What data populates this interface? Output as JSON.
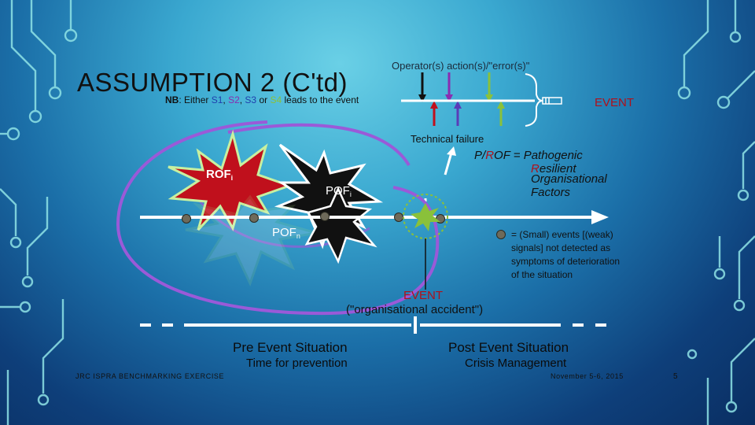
{
  "slide": {
    "title": "ASSUMPTION 2 (C'td)",
    "note_prefix": "NB",
    "note_mid1": ": Either ",
    "note_s1": "S1",
    "note_sep1": ", ",
    "note_s2": "S2",
    "note_sep2": ", ",
    "note_s3": "S3",
    "note_or": " or ",
    "note_s4": "S4",
    "note_suffix": " leads to the event",
    "operator_label": "Operator(s) action(s)/\"error(s)\"",
    "event_top": "EVENT",
    "technical_failure": "Technical failure",
    "prof_line1_a": "P/",
    "prof_line1_r": "R",
    "prof_line1_b": "OF = ",
    "prof_line1_c": "Pathogenic",
    "prof_line2_r": "R",
    "prof_line2_b": "esilient",
    "prof_line3": "Organisational",
    "prof_line4": "Factors",
    "rof_label": "ROF",
    "rof_sub": "i",
    "pof1_label": "POF",
    "pof1_sub": "i",
    "pofn_label": "POF",
    "pofn_sub": "n",
    "legend_line1": "= (Small) events [(weak)",
    "legend_line2": "signals] not detected as",
    "legend_line3": "symptoms of deterioration",
    "legend_line4": "of the situation",
    "event_mid": "EVENT",
    "org_accident": "(\"organisational accident\")",
    "pre_title": "Pre Event Situation",
    "pre_sub": "Time for prevention",
    "post_title": "Post Event Situation",
    "post_sub": "Crisis Management",
    "footer_left": "JRC ISPRA BENCHMARKING EXERCISE",
    "footer_right": "November 5-6, 2015",
    "page_number": "5"
  },
  "colors": {
    "accent_red": "#b0101a",
    "purple": "#8a4fd0",
    "green": "#a9e07a",
    "blue_arrow": "#2a56c8",
    "lime": "#8ac13a",
    "circuit": "#7fdde0"
  }
}
